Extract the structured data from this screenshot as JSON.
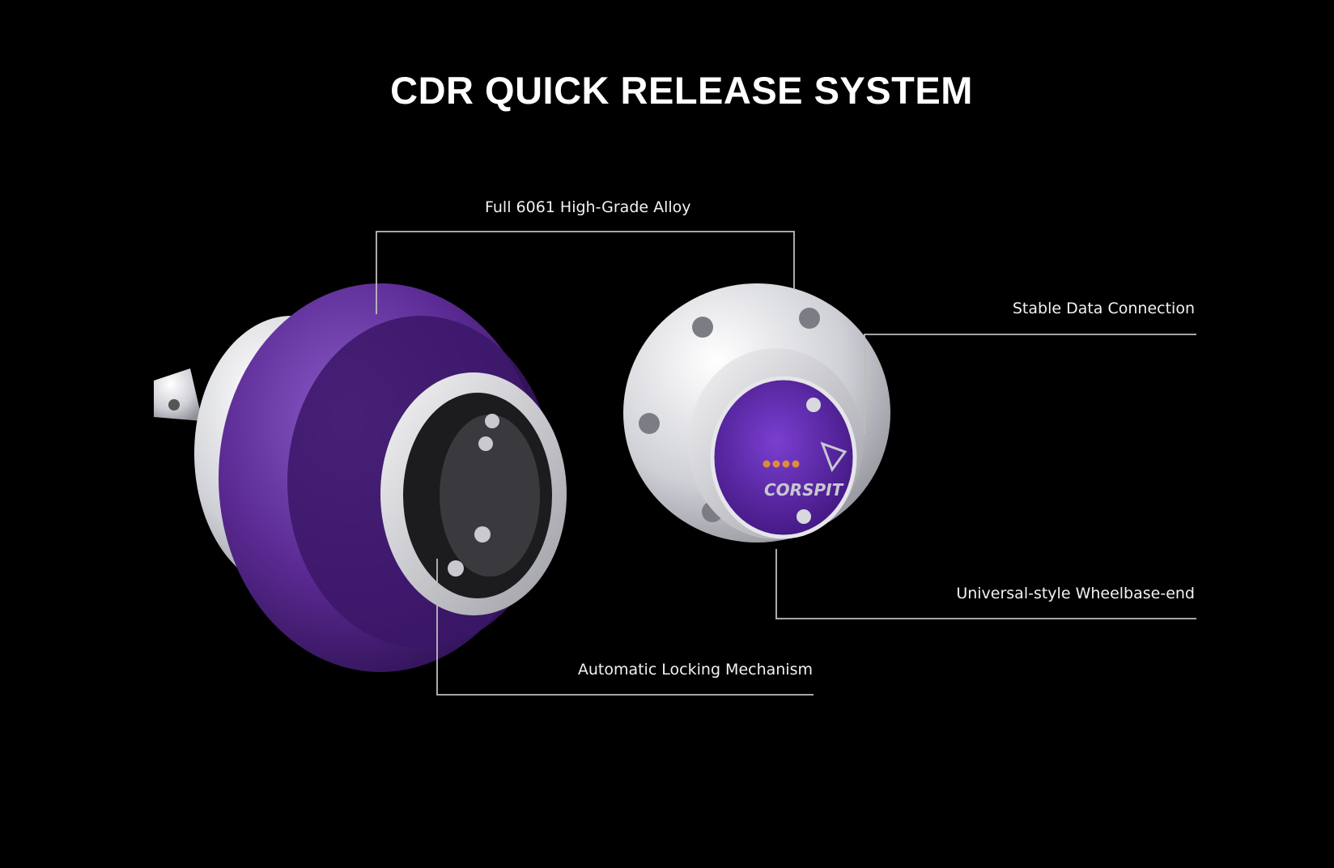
{
  "page": {
    "title": "CDR QUICK RELEASE SYSTEM",
    "background_color": "#000000"
  },
  "callouts": {
    "alloy": "Full 6061 High-Grade Alloy",
    "data_connection": "Stable Data Connection",
    "wheelbase_end": "Universal-style Wheelbase-end",
    "locking": "Automatic Locking Mechanism"
  },
  "product": {
    "logo_text": "CORSPIT",
    "accent_color": "#5b2a93",
    "metal_color": "#d9d9de"
  }
}
